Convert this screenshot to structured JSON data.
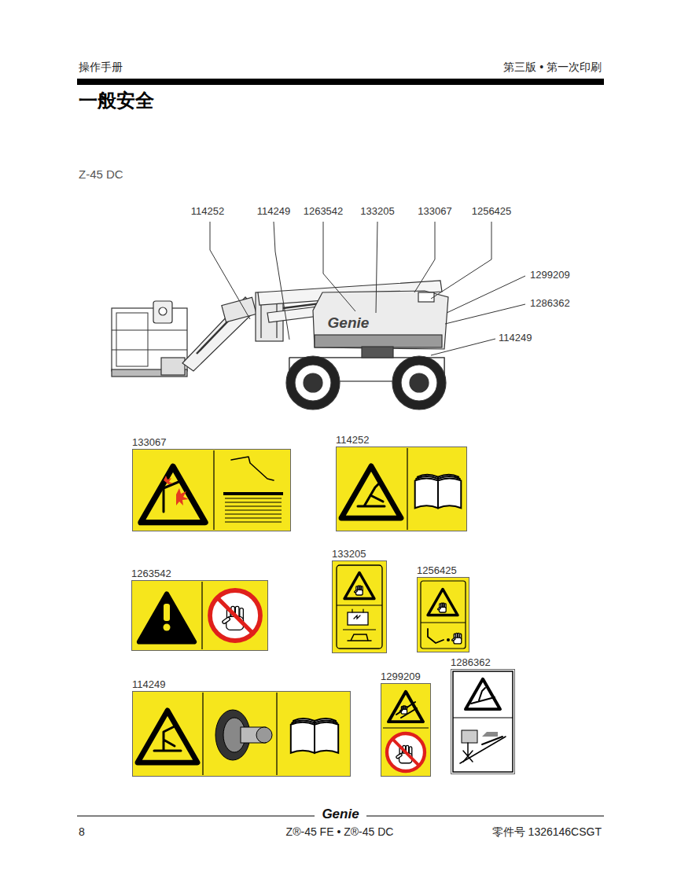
{
  "diagram": {
    "title": "一般安全",
    "nodes": [
      {
        "text": [
          "133067"
        ]
      },
      {
        "text": [
          "114252"
        ]
      },
      {
        "text": [
          "1263542"
        ]
      },
      {
        "text": [
          "133205"
        ]
      },
      {
        "text": [
          "1256425"
        ]
      },
      {
        "text": [
          "114249"
        ]
      },
      {
        "text": [
          "1299209"
        ]
      },
      {
        "text": [
          "1286362"
        ]
      }
    ],
    "labels": [
      "操作手册",
      "第三版 • 第一次印刷",
      "Z-45 DC",
      "114252",
      "114249",
      "1263542",
      "133205",
      "133067",
      "1256425",
      "1299209",
      "1286362",
      "114249",
      "Genie",
      "Genie",
      "8",
      "Z®-45 FE • Z®-45 DC",
      "零件号 1326146CSGT"
    ]
  }
}
